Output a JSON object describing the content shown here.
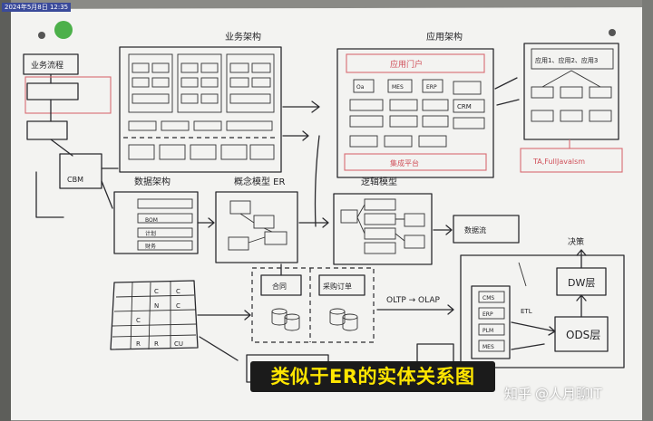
{
  "overlay": {
    "timestamp": "2024年5月8日 12:35",
    "caption": "类似于ER的实体关系图",
    "watermark_brand": "知乎",
    "watermark_handle": "@人月聊IT"
  },
  "board_notes": {
    "business_arch": "业务架构",
    "app_arch": "应用架构",
    "data_arch": "数据架构",
    "concept_model": "概念模型 ER",
    "logic_model": "逻辑模型",
    "business_process": "业务流程",
    "data_flow": "数据流",
    "cbm": "CBM",
    "contract": "合同",
    "purchase_order": "采购订单",
    "oltp_olap": "OLTP → OLAP",
    "dw_layer": "DW层",
    "ods_layer": "ODS层",
    "decision": "决策",
    "cms": "CMS",
    "erp": "ERP",
    "plm": "PLM",
    "mes": "MES",
    "etl": "ETL",
    "integration": "集成平台",
    "app_portal": "应用门户",
    "tables_row": [
      "Oa",
      "MES",
      "ERP",
      "CRM"
    ],
    "classify": [
      "BOM",
      "计划",
      "财务"
    ],
    "matrix_letters": [
      "C",
      "C",
      "N",
      "C",
      "C",
      "R",
      "R",
      "CU"
    ],
    "top_right": "应用1、应用2、应用3",
    "pink_note": "TA,FullJavalsm"
  },
  "colors": {
    "board": "#f3f3f1",
    "ink": "#232326",
    "red_ink": "#d0505a",
    "magnet": "#4cb04a",
    "caption_bg": "#1b1b1b",
    "caption_text": "#ffe600"
  }
}
